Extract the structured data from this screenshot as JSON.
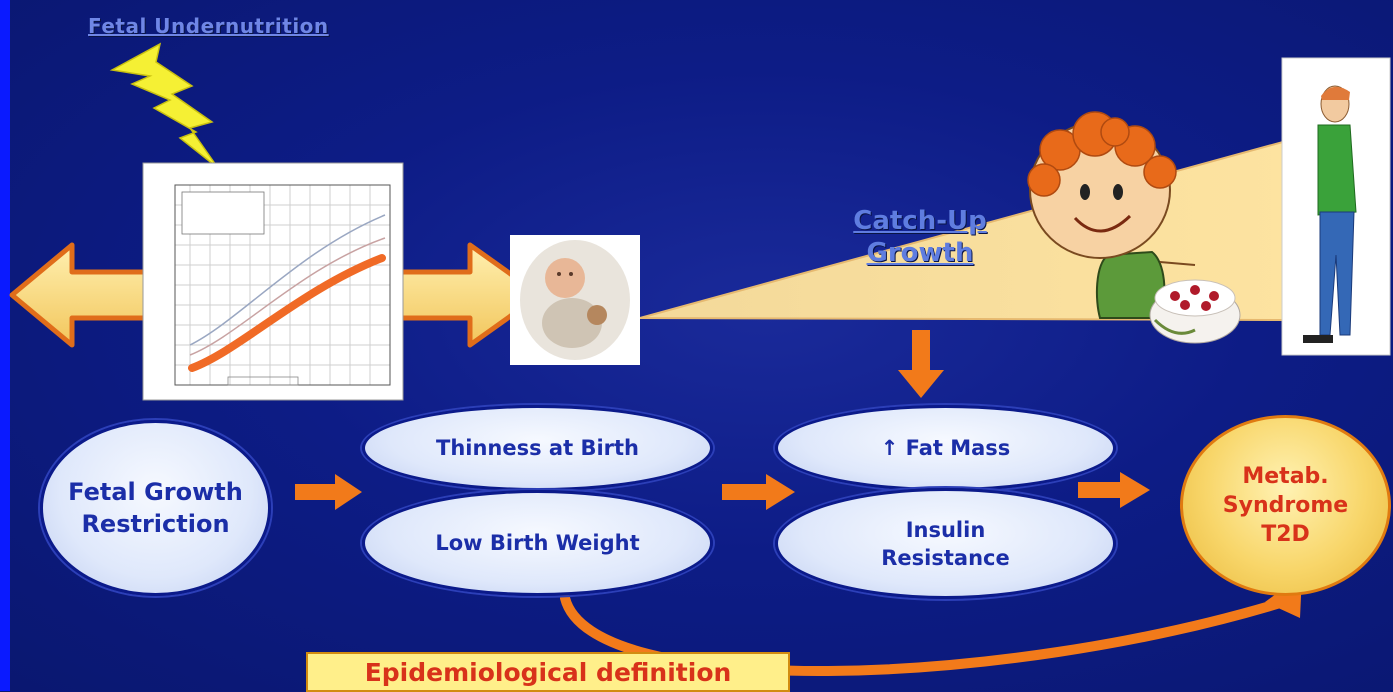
{
  "header": {
    "title": "Fetal Undernutrition"
  },
  "catch_up": {
    "label": "Catch-Up\nGrowth"
  },
  "nodes": {
    "fetal_growth": "Fetal Growth\nRestriction",
    "thinness": "Thinness at Birth",
    "low_birth_weight": "Low Birth Weight",
    "fat_mass": "↑ Fat Mass",
    "insulin": "Insulin\nResistance",
    "metab": "Metab.\nSyndrome\nT2D"
  },
  "footer": {
    "definition": "Epidemiological definition"
  },
  "icons": {
    "lightning": "lightning-bolt-icon",
    "chart": "growth-chart-image",
    "baby": "baby-photo",
    "boy": "boy-cartoon",
    "cake": "cake-image",
    "man": "man-figure"
  },
  "colors": {
    "background": "#0d1c86",
    "arrow_fill": "#f7d777",
    "arrow_outline": "#e06d1a",
    "node_fill": "#dfe8fb",
    "metab_fill": "#f8d66a",
    "metab_text": "#d8321a",
    "node_text": "#1b2ea8"
  }
}
